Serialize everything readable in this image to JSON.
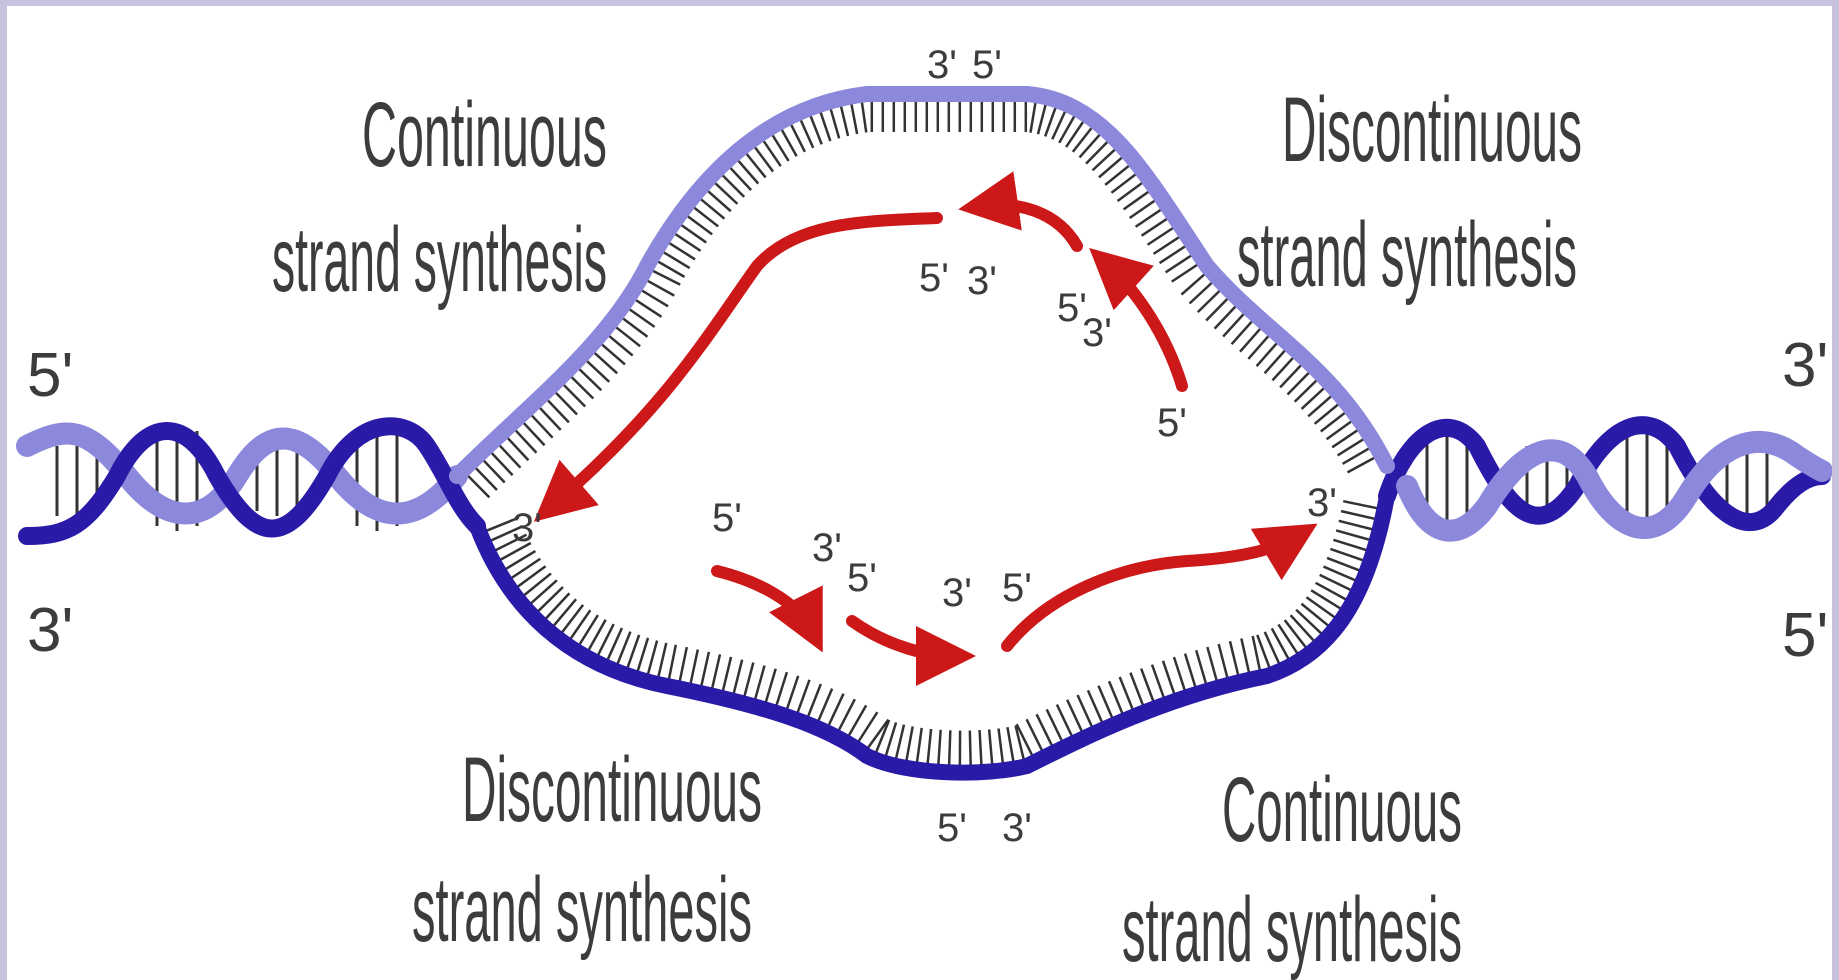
{
  "colors": {
    "template_dark": "#2a1aa8",
    "template_light": "#8c88dc",
    "new_strand": "#cc1818",
    "label_text": "#3c3c3c",
    "page_border": "#c9c2de"
  },
  "labels": {
    "top_left": {
      "line1": "Continuous",
      "line2": "strand synthesis"
    },
    "top_right": {
      "line1": "Discontinuous",
      "line2": "strand synthesis"
    },
    "bottom_left": {
      "line1": "Discontinuous",
      "line2": "strand synthesis"
    },
    "bottom_right": {
      "line1": "Continuous",
      "line2": "strand synthesis"
    }
  },
  "ends": {
    "left_top": "5'",
    "left_bottom": "3'",
    "right_top": "3'",
    "right_bottom": "5'"
  },
  "primes": {
    "top_apex_a": "3'",
    "top_apex_b": "5'",
    "bottom_apex_a": "5'",
    "bottom_apex_b": "3'",
    "top_leading_5": "5'",
    "top_leading_3": "3'",
    "top_frag1_3": "3'",
    "top_frag1_5": "5'",
    "top_frag2_3": "3'",
    "top_frag2_5": "5'",
    "bot_frag1_5": "5'",
    "bot_frag1_3": "3'",
    "bot_frag2_5": "5'",
    "bot_frag2_3": "3'",
    "bot_leading_5": "5'",
    "bot_leading_3": "3'"
  }
}
